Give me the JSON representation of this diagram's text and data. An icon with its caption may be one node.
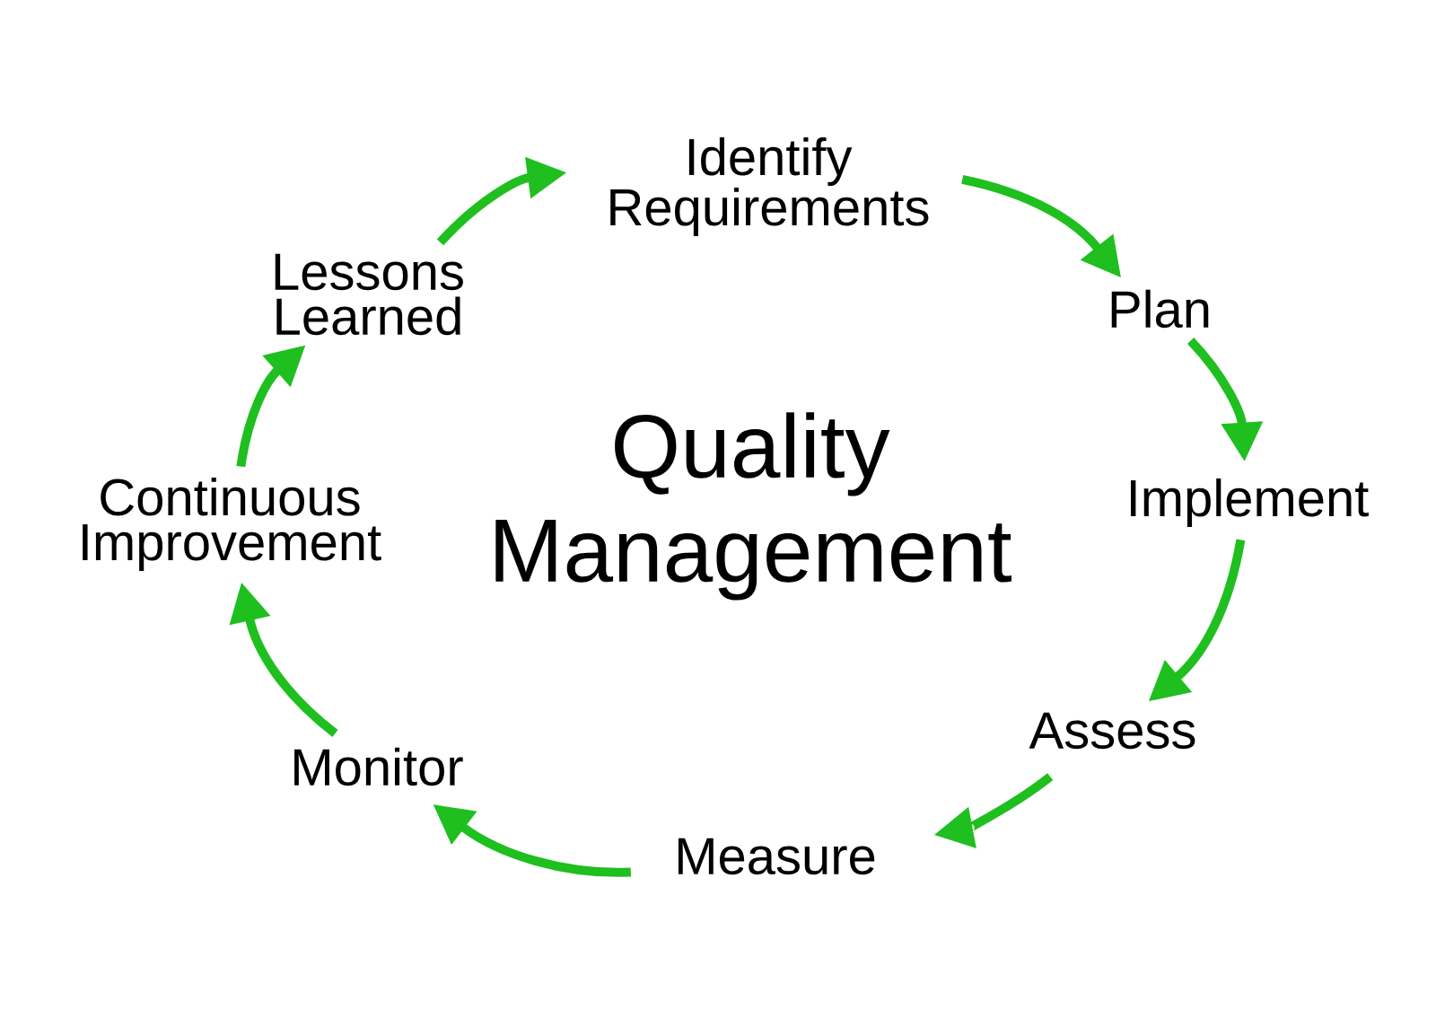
{
  "diagram": {
    "title": "Quality Management",
    "nodes": [
      {
        "text": [
          "Identify Requirements"
        ]
      },
      {
        "text": [
          "Plan"
        ]
      },
      {
        "text": [
          "Implement"
        ]
      },
      {
        "text": [
          "Assess"
        ]
      },
      {
        "text": [
          "Measure"
        ]
      },
      {
        "text": [
          "Monitor"
        ]
      },
      {
        "text": [
          "Continuous Improvement"
        ]
      },
      {
        "text": [
          "Lessons Learned"
        ]
      }
    ],
    "edges": [
      {
        "from": 0,
        "to": 1,
        "arrow": "to"
      },
      {
        "from": 1,
        "to": 2,
        "arrow": "to"
      },
      {
        "from": 2,
        "to": 3,
        "arrow": "to"
      },
      {
        "from": 3,
        "to": 4,
        "arrow": "to"
      },
      {
        "from": 4,
        "to": 5,
        "arrow": "to"
      },
      {
        "from": 5,
        "to": 6,
        "arrow": "to"
      },
      {
        "from": 6,
        "to": 7,
        "arrow": "to"
      },
      {
        "from": 7,
        "to": 0,
        "arrow": "to"
      }
    ]
  }
}
